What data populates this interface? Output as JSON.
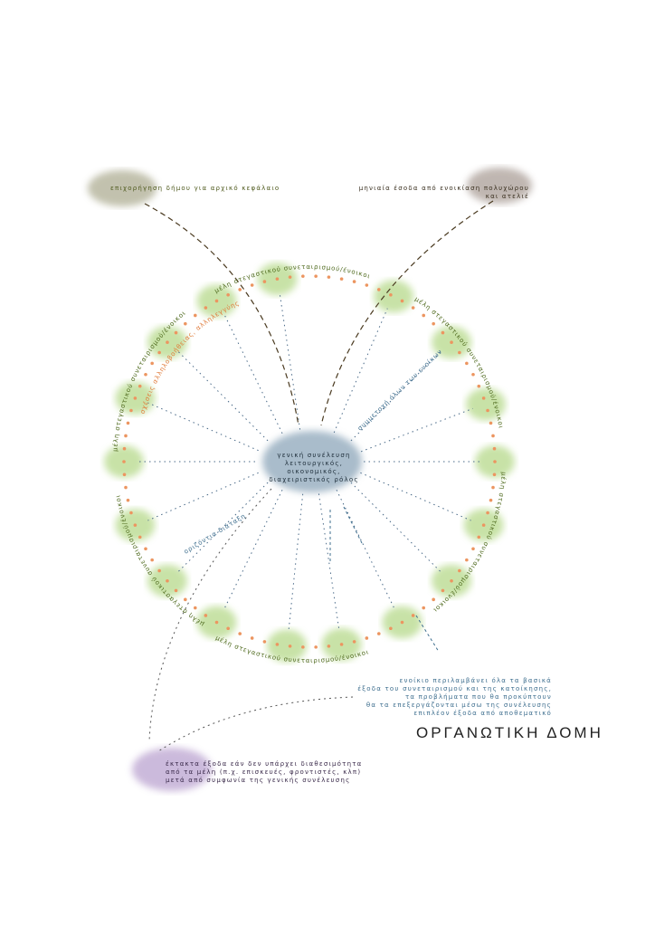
{
  "title": "ΟΡΓΑΝΩΤΙΚΗ ΔΟΜΗ",
  "sources": {
    "municipality": "επιχορήγηση δήμου για αρχικό κεφάλαιο",
    "rental_line1": "μηνιαία έσοδα από ενοικίαση πολυχώρου",
    "rental_line2": "και ατελιέ"
  },
  "center": {
    "line1": "γενική συνέλευση",
    "line2": "λειτουργικός, οικονομικός,",
    "line3": "διαχειριστικός ρόλος"
  },
  "ring": {
    "member_label": "μέλη στεγαστικού συνεταιρισμού/ένοικοι",
    "relations": "σχέσεις αλληλοβοήθειας, αλληλεγγύης",
    "participation": "συμμετοχή όλων των ενοίκων",
    "horizontal": "οριζόντια διάταξη"
  },
  "rent_note": [
    "ενοίκιο περιλαμβάνει όλα τα βασικά",
    "έξοδα του συνεταιρισμού και της κατοίκησης,",
    "τα προβλήματα που θα προκύπτουν",
    "θα τα επεξεργάζονται μέσω της συνέλευσης",
    "επιπλέον έξοδα από αποθεματικό"
  ],
  "extra_costs": [
    "έκτακτα έξοδα εάν δεν υπάρχει διαθεσιμότητα",
    "από τα μέλη (π.χ. επισκευές, φροντιστές, κλπ)",
    "μετά από συμφωνία της γενικής συνέλευσης"
  ],
  "colors": {
    "green": "#8fbf4a",
    "orange": "#e8925a",
    "blue": "#3f6f8f",
    "purple": "#9b7bb8",
    "olive": "#5a6a2a",
    "brown": "#5a4a30"
  }
}
